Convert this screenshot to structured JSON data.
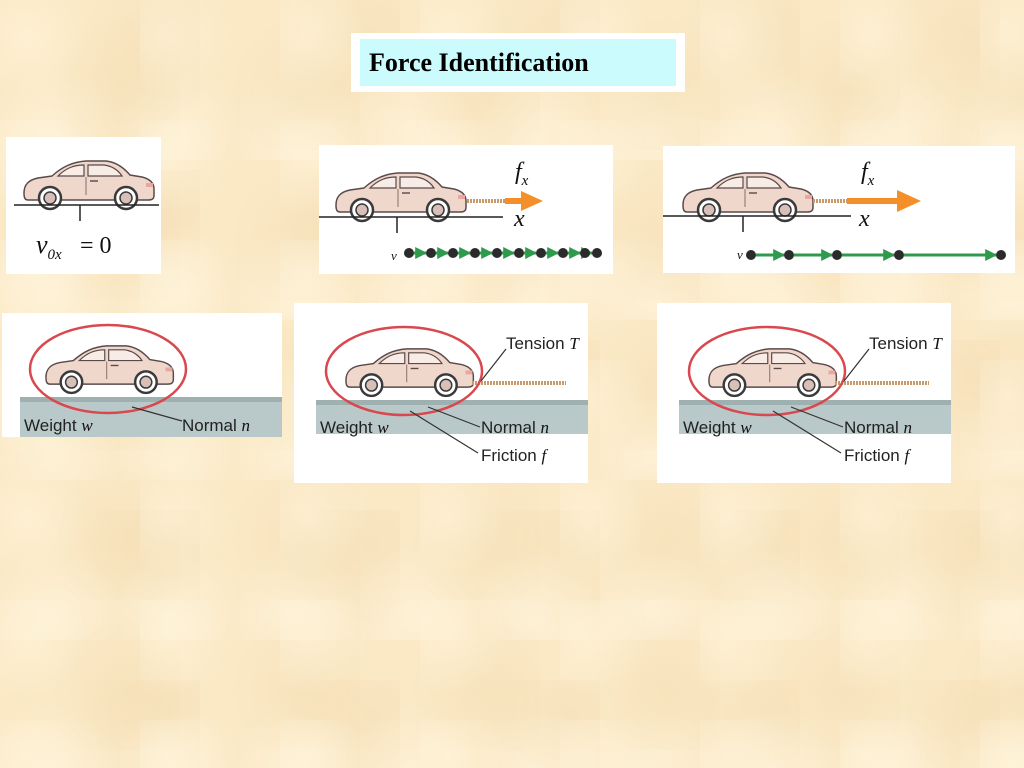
{
  "title": "Force Identification",
  "colors": {
    "background": "#fbe9c6",
    "title_fill": "#ccfbfd",
    "arrow_orange": "#f4902a",
    "velocity_green": "#2e9a4c",
    "dot": "#2b2b2b",
    "ellipse": "#d9484e",
    "car_body": "#f0d7cc",
    "ground": "#b9c8c8"
  },
  "top_row": {
    "rest": {
      "v_symbol": "v",
      "v_subscript": "0x",
      "equals": "= 0"
    },
    "constant": {
      "force_symbol": "f",
      "force_subscript": "x",
      "axis_label": "x",
      "velocity_symbol": "v"
    },
    "accelerating": {
      "force_symbol": "f",
      "force_subscript": "x",
      "axis_label": "x",
      "velocity_symbol": "v"
    }
  },
  "bottom_row": {
    "rest": {
      "weight_label": "Weight",
      "weight_symbol": "w",
      "normal_label": "Normal",
      "normal_symbol": "n"
    },
    "constant": {
      "tension_label": "Tension",
      "tension_symbol": "T",
      "weight_label": "Weight",
      "weight_symbol": "w",
      "normal_label": "Normal",
      "normal_symbol": "n",
      "friction_label": "Friction",
      "friction_symbol": "f"
    },
    "accelerating": {
      "tension_label": "Tension",
      "tension_symbol": "T",
      "weight_label": "Weight",
      "weight_symbol": "w",
      "normal_label": "Normal",
      "normal_symbol": "n",
      "friction_label": "Friction",
      "friction_symbol": "f"
    }
  }
}
